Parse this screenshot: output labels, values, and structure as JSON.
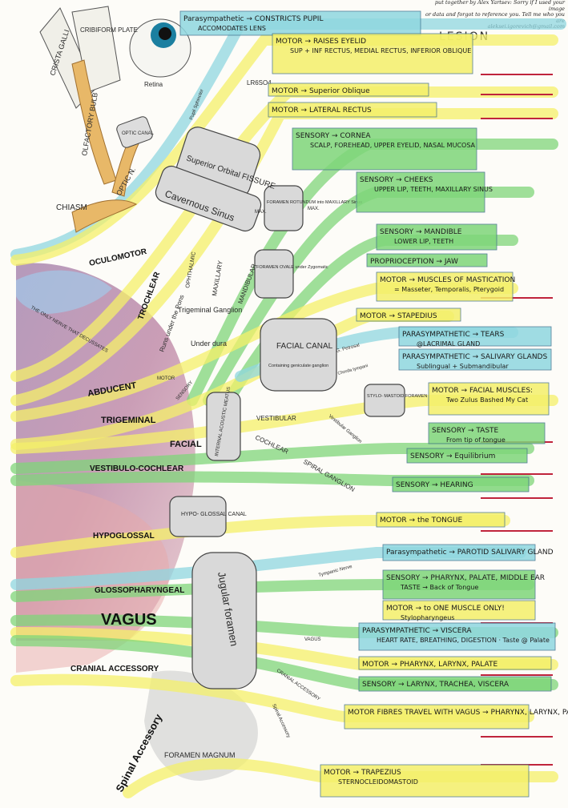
{
  "credit": [
    "put together by Alex Yartsev: Sorry if I used your image",
    "or data and forgot to reference you. Tell me who you are",
    "aleksei.igorevich@gmail.com"
  ],
  "lesion_header": "LESION",
  "colors": {
    "motor": "#f4f06a",
    "sensory": "#7fd67a",
    "parasympathetic": "#8fd7e0",
    "lesion": "#c0243c",
    "bone": "#e8b868",
    "ink": "#2a2a2a"
  },
  "anatomy_labels": {
    "crista_galli": "CRISTA GALLI",
    "cribriform_plate": "CRIBIFORM PLATE",
    "olfactory_bulb": "OLFACTORY BULB",
    "optic_n": "OPTIC N.",
    "chiasm": "CHIASM",
    "retina": "Retina",
    "pupil_sphincter": "Pupil Sphincter",
    "optic_canal": "OPTIC CANAL",
    "superior_orbital_fissure": "Superior Orbital FISSURE",
    "cavernous_sinus": "Cavernous Sinus",
    "foramen_rotundum": "FORAMEN ROTUNDUM into MAXILLARY Sinus",
    "foramen_ovale": "FORAMEN OVALE under Zygomatic",
    "trigeminal_ganglion": "Trigeminal Ganglion",
    "under_dura": "Under dura",
    "ophthalmic": "OPHTHALMIC",
    "maxillary": "MAXILLARY",
    "mandibular": "MANDIBULAR",
    "max_1": "MAX.",
    "max_2": "MAX.",
    "lr6so4": "LR6SO4",
    "runs_under_pons": "Runs under the Pons",
    "only_nerve_decussates": "THE ONLY NERVE THAT DECUSSATES",
    "facial_canal": "FACIAL CANAL",
    "containing_geniculate": "Containing geniculate ganglion",
    "stylomastoid": "STYLO- MASTOID FORAMEN",
    "g_petrosal": "G. Petrosal",
    "chorda_tympani": "Chorda tympani",
    "internal_acoustic": "INTERNAL ACOUSTIC MEATUS",
    "vestibular": "VESTIBULAR",
    "vestibular_ganglion": "Vestibular Ganglion",
    "cochlear": "COCHLEAR",
    "spiral_ganglion": "SPIRAL GANGLION",
    "hypoglossal_canal": "HYPO- GLOSSAL CANAL",
    "jugular_foramen": "Jugular foramen",
    "tympanic_nerve": "Tympanic Nerve",
    "vagus_small": "VAGUS",
    "cranial_accessory_small": "CRANIAL ACCESSORY",
    "spinal_accessory_small": "Spinal Accessory",
    "foramen_magnum": "FORAMEN MAGNUM",
    "motor_small": "MOTOR",
    "sensory_small": "SENSORY"
  },
  "nerves": {
    "oculomotor": "OCULOMOTOR",
    "trochlear": "TROCHLEAR",
    "abducent": "ABDUCENT",
    "trigeminal": "TRIGEMINAL",
    "facial": "FACIAL",
    "vestibulo_cochlear": "VESTIBULO-COCHLEAR",
    "hypoglossal": "HYPOGLOSSAL",
    "glossopharyngeal": "GLOSSOPHARYNGEAL",
    "vagus": "VAGUS",
    "cranial_accessory": "CRANIAL ACCESSORY",
    "spinal_accessory": "Spinal Accessory"
  },
  "functions": [
    {
      "label": "Parasympathetic",
      "target": "CONSTRICTS PUPIL",
      "extra": "ACCOMODATES LENS",
      "kind": "parasympathetic"
    },
    {
      "label": "MOTOR",
      "target": "RAISES EYELID",
      "extra": "SUP + INF RECTUS, MEDIAL RECTUS, INFERIOR OBLIQUE",
      "kind": "motor"
    },
    {
      "label": "MOTOR",
      "target": "Superior Oblique",
      "kind": "motor"
    },
    {
      "label": "MOTOR",
      "target": "LATERAL RECTUS",
      "kind": "motor"
    },
    {
      "label": "SENSORY",
      "target": "CORNEA",
      "extra": "SCALP, FOREHEAD, UPPER EYELID, NASAL MUCOSA",
      "kind": "sensory"
    },
    {
      "label": "SENSORY",
      "target": "CHEEKS",
      "extra": "UPPER LIP, TEETH, MAXILLARY SINUS",
      "kind": "sensory"
    },
    {
      "label": "SENSORY",
      "target": "MANDIBLE",
      "extra": "LOWER LIP, TEETH",
      "kind": "sensory"
    },
    {
      "label": "PROPRIOCEPTION",
      "target": "JAW",
      "kind": "sensory"
    },
    {
      "label": "MOTOR",
      "target": "MUSCLES OF MASTICATION",
      "extra": "= Masseter, Temporalis, Pterygoid",
      "kind": "motor"
    },
    {
      "label": "MOTOR",
      "target": "STAPEDIUS",
      "kind": "motor"
    },
    {
      "label": "PARASYMPATHETIC",
      "target": "TEARS",
      "extra": "@LACRIMAL GLAND",
      "kind": "parasympathetic"
    },
    {
      "label": "PARASYMPATHETIC",
      "target": "SALIVARY GLANDS",
      "extra": "Sublingual + Submandibular",
      "kind": "parasympathetic"
    },
    {
      "label": "MOTOR",
      "target": "FACIAL MUSCLES:",
      "extra": "Two Zulus Bashed My Cat",
      "kind": "motor"
    },
    {
      "label": "SENSORY",
      "target": "TASTE",
      "extra": "From tip of tongue",
      "kind": "sensory"
    },
    {
      "label": "SENSORY",
      "target": "Equilibrium",
      "kind": "sensory"
    },
    {
      "label": "SENSORY",
      "target": "HEARING",
      "kind": "sensory"
    },
    {
      "label": "MOTOR",
      "target": "the TONGUE",
      "kind": "motor"
    },
    {
      "label": "Parasympathetic",
      "target": "PAROTID SALIVARY GLAND",
      "kind": "parasympathetic"
    },
    {
      "label": "SENSORY",
      "target": "PHARYNX, PALATE, MIDDLE EAR",
      "extra": "TASTE → Back of Tongue",
      "kind": "sensory"
    },
    {
      "label": "MOTOR",
      "target": "to ONE MUSCLE ONLY!",
      "extra": "Stylopharyngeus",
      "kind": "motor"
    },
    {
      "label": "PARASYMPATHETIC",
      "target": "VISCERA",
      "extra": "HEART RATE, BREATHING, DIGESTION · Taste @ Palate",
      "kind": "parasympathetic"
    },
    {
      "label": "MOTOR",
      "target": "PHARYNX, LARYNX, PALATE",
      "kind": "motor"
    },
    {
      "label": "SENSORY",
      "target": "LARYNX, TRACHEA, VISCERA",
      "kind": "sensory"
    },
    {
      "label": "MOTOR FIBRES TRAVEL WITH VAGUS",
      "target": "PHARYNX, LARYNX, PALATE",
      "kind": "motor"
    },
    {
      "label": "MOTOR",
      "target": "TRAPEZIUS",
      "extra": "STERNOCLEIDOMASTOID",
      "kind": "motor"
    }
  ]
}
